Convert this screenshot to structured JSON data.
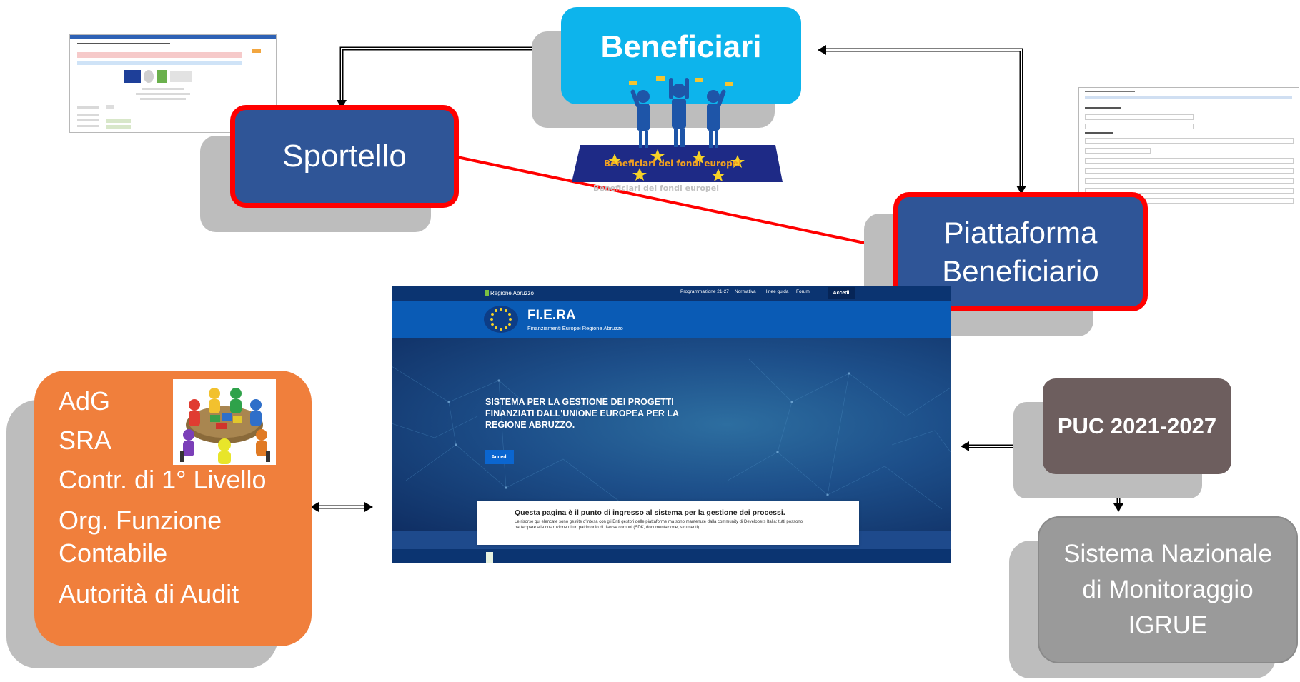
{
  "nodes": {
    "beneficiari": "Beneficiari",
    "sportello": "Sportello",
    "piattaforma_line1": "Piattaforma",
    "piattaforma_line2": "Beneficiario",
    "puc": "PUC 2021-2027",
    "sistema_line1": "Sistema Nazionale",
    "sistema_line2": "di Monitoraggio",
    "sistema_line3": "IGRUE",
    "adg_items": [
      "AdG",
      "SRA",
      "Contr. di 1° Livello",
      "Org. Funzione Contabile",
      "Autorità di Audit"
    ]
  },
  "beneficiari_image_caption": "Beneficiari dei fondi europei",
  "fiera_screenshot": {
    "brand": "Regione Abruzzo",
    "nav": [
      "Programmazione 21-27",
      "Normativa",
      "linee guida",
      "Forum"
    ],
    "login": "Accedi",
    "logo_title": "FI.E.RA",
    "logo_subtitle": "Finanziamenti Europei Regione Abruzzo",
    "hero_title": "SISTEMA PER LA GESTIONE DEI PROGETTI FINANZIATI DALL'UNIONE EUROPEA PER LA REGIONE ABRUZZO.",
    "hero_button": "Accedi",
    "card_title": "Questa pagina è il punto di ingresso al sistema per la gestione dei processi.",
    "card_text": "Le risorse qui elencate sono gestite d'intesa con gli Enti gestori delle piattaforme ma sono mantenute dalla community di Developers Italia: tutti possono partecipare alla costruzione di un patrimonio di risorse comuni (SDK, documentazione, strumenti)."
  },
  "colors": {
    "sportello_fill": "#2f5597",
    "red_border": "#ff0000",
    "beneficiari_fill": "#0db4ec",
    "puc_fill": "#6d5e5e",
    "sistema_fill": "#9a9a9a",
    "adg_fill": "#f07f3c",
    "shadow": "#bdbdbd"
  }
}
